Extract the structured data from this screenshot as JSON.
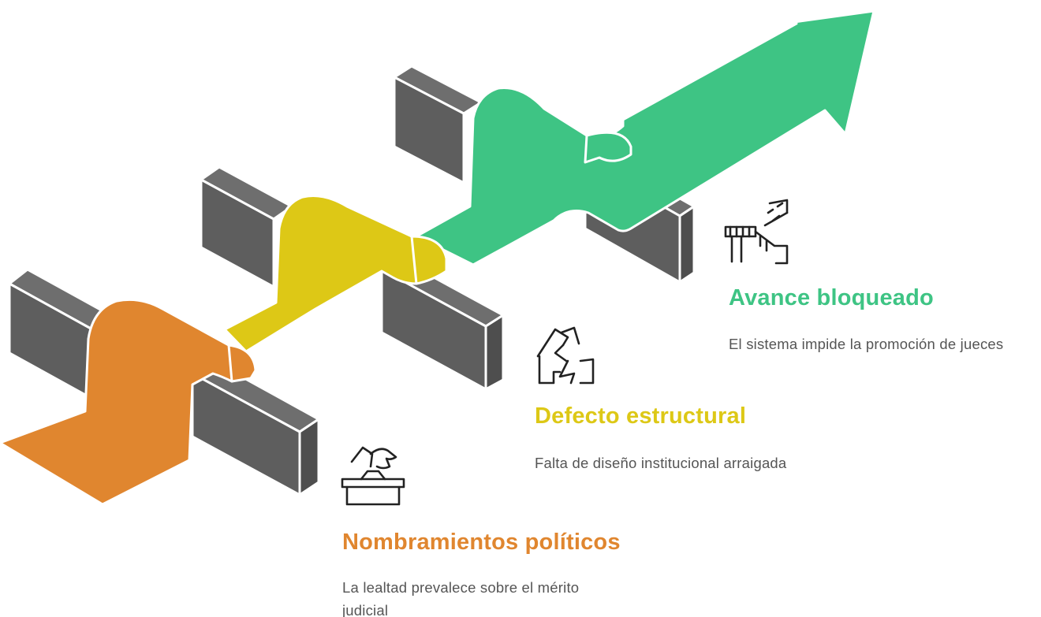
{
  "steps": [
    {
      "title": "Nombramientos políticos",
      "description": "La lealtad prevalece sobre el mérito judicial",
      "color": "#E0862F",
      "icon": "ballot-box-icon"
    },
    {
      "title": "Defecto estructural",
      "description": "Falta de diseño institucional arraigada",
      "color": "#DDC816",
      "icon": "cracked-house-icon"
    },
    {
      "title": "Avance bloqueado",
      "description": "El sistema impide la promoción de jueces",
      "color": "#3EC484",
      "icon": "broken-stairs-icon"
    }
  ],
  "colors": {
    "wall_front": "#5E5E5E",
    "wall_top": "#6E6E6E",
    "wall_side": "#4E4E4E",
    "outline": "#FFFFFF"
  }
}
